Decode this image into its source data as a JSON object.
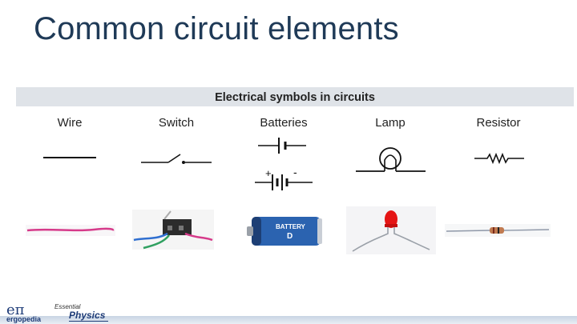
{
  "title": "Common circuit elements",
  "panel": {
    "heading": "Electrical symbols in circuits",
    "columns": [
      {
        "label": "Wire",
        "icon": "wire-symbol"
      },
      {
        "label": "Switch",
        "icon": "switch-symbol"
      },
      {
        "label": "Batteries",
        "icon": "battery-symbol"
      },
      {
        "label": "Lamp",
        "icon": "lamp-symbol"
      },
      {
        "label": "Resistor",
        "icon": "resistor-symbol"
      }
    ],
    "battery_plus": "+",
    "battery_minus": "-",
    "battery_photo_text": "BATTERY",
    "battery_photo_size": "D"
  },
  "footer": {
    "logo_glyph": "eπ",
    "brand": "ergopedia",
    "essential": "Essential",
    "physics": "Physics"
  },
  "colors": {
    "title": "#1f3a57",
    "header_band": "#dfe3e8",
    "wire_photo": "#d63a8a",
    "battery_body": "#2b63b0",
    "led": "#e51515"
  }
}
